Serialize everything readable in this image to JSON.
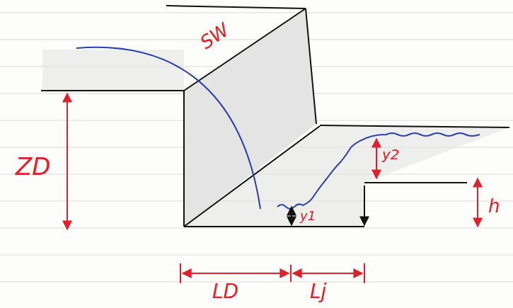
{
  "diagram": {
    "labels": [
      "SW",
      "ZD",
      "y1",
      "y2",
      "h",
      "LD",
      "Lj"
    ]
  }
}
